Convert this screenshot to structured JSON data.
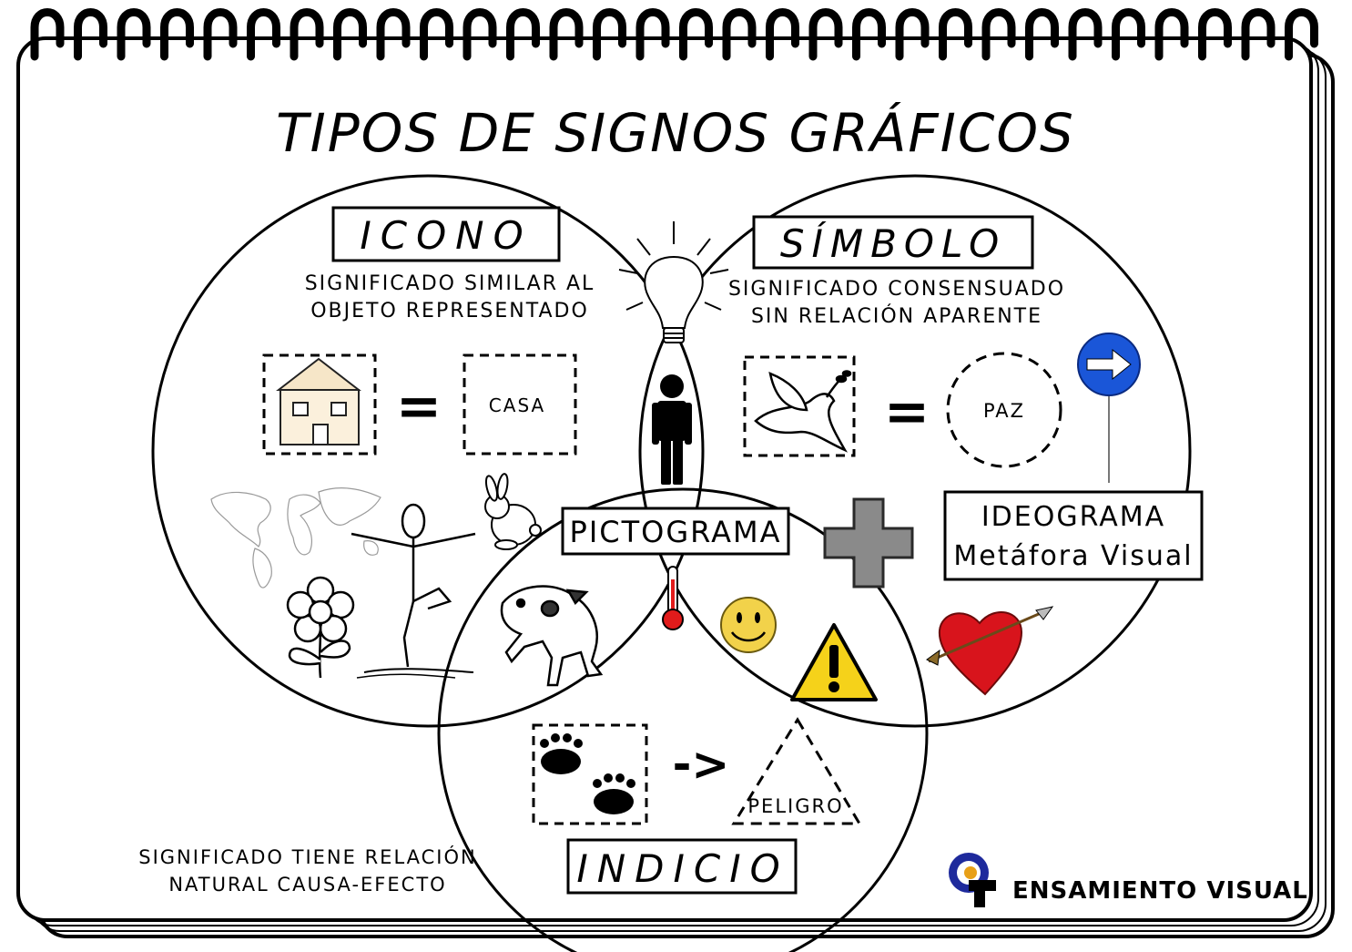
{
  "title": "TIPOS DE SIGNOS GRÁFICOS",
  "icono": {
    "label": "ICONO",
    "desc_line1": "SIGNIFICADO SIMILAR AL",
    "desc_line2": "OBJETO REPRESENTADO",
    "example_word": "CASA"
  },
  "simbolo": {
    "label": "SÍMBOLO",
    "desc_line1": "SIGNIFICADO CONSENSUADO",
    "desc_line2": "SIN RELACIÓN APARENTE",
    "example_word": "PAZ"
  },
  "indicio": {
    "label": "INDICIO",
    "desc_line1": "SIGNIFICADO TIENE RELACIÓN",
    "desc_line2": "NATURAL CAUSA-EFECTO",
    "example_word": "PELIGRO",
    "arrow": "->"
  },
  "pictograma": {
    "label": "PICTOGRAMA"
  },
  "ideograma": {
    "line1": "IDEOGRAMA",
    "line2": "Metáfora Visual"
  },
  "equals_sign": "=",
  "brand": {
    "name": "ENSAMIENTO VISUAL"
  },
  "colors": {
    "ink": "#000000",
    "sign_blue": "#1a56d8",
    "heart_red": "#d8141c",
    "warning_yellow": "#f5d21a",
    "smiley_yellow": "#f2d24a",
    "thermo_red": "#e11b1b",
    "plus_gray": "#8a8a8a",
    "logo_blue": "#1e2a9c",
    "logo_orange": "#e8a018"
  }
}
